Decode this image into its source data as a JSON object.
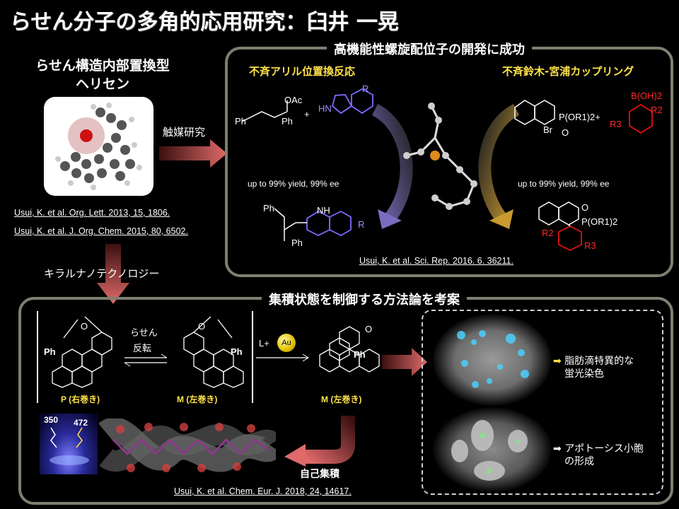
{
  "title": "らせん分子の多角的応用研究：臼井 一晃",
  "left": {
    "heading_line1": "らせん構造内部置換型",
    "heading_line2": "ヘリセン",
    "catalysis_label": "触媒研究",
    "ref1": "Usui, K. et al. Org. Lett. 2013, 15, 1806.",
    "ref2": "Usui, K. et al. J. Org. Chem. 2015, 80, 6502.",
    "chiral_label": "キラルナノテクノロジー"
  },
  "top_panel": {
    "label": "高機能性螺旋配位子の開発に成功",
    "left_title": "不斉アリル位置換反応",
    "right_title": "不斉鈴木-宮浦カップリング",
    "left_yield": "up to 99% yield, 99% ee",
    "right_yield": "up to 99% yield, 99% ee",
    "ref": "Usui, K. et al. Sci. Rep. 2016. 6. 36211.",
    "chem": {
      "oac": "OAc",
      "ph": "Ph",
      "plus": "+",
      "hn": "HN",
      "nh": "NH",
      "r": "R",
      "br": "Br",
      "o": "O",
      "p_or": "P(OR1)2+",
      "boh2": "B(OH)2",
      "r2": "R2",
      "r3": "R3",
      "p_or2": "P(OR1)2"
    }
  },
  "bottom_panel": {
    "label": "集積状態を制御する方法論を考案",
    "helix_label": "らせん",
    "invert_label": "反転",
    "p_label": "P (右巻き)",
    "m_label": "M (左巻き)",
    "m_label2": "M (左巻き)",
    "catalyst_l": "L+",
    "catalyst_au": "Au",
    "ph": "Ph",
    "o": "O",
    "self_assembly": "自己集積",
    "nm350": "350",
    "nm472": "472",
    "ref": "Usui, K. et al. Chem. Eur. J. 2018, 24, 14617.",
    "bio1_line1": "脂肪滴特異的な",
    "bio1_line2": "蛍光染色",
    "bio2_line1": "アポトーシス小胞",
    "bio2_line2": "の形成",
    "bullet": "➡"
  }
}
